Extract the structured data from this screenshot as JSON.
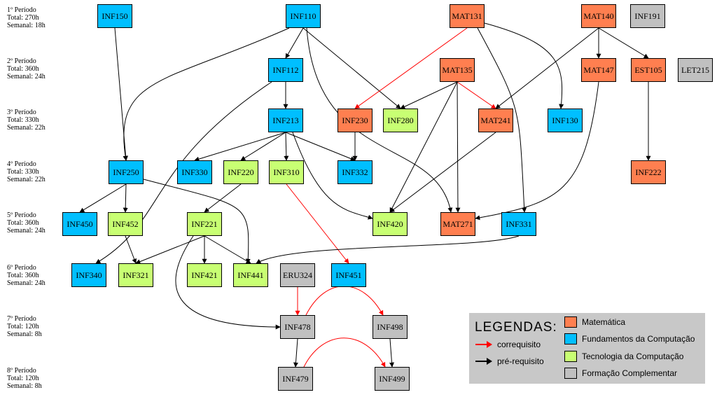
{
  "colors": {
    "matematica": "#ff7f50",
    "fundamentos": "#00bfff",
    "tecnologia": "#c8ff73",
    "complementar": "#c0c0c0",
    "correquisito": "#ff0000",
    "prerequisito": "#000000"
  },
  "periods": [
    {
      "title": "1º Período",
      "total": "Total: 270h",
      "semanal": "Semanal: 18h"
    },
    {
      "title": "2º Período",
      "total": "Total: 360h",
      "semanal": "Semanal: 24h"
    },
    {
      "title": "3º Período",
      "total": "Total: 330h",
      "semanal": "Semanal: 22h"
    },
    {
      "title": "4º Período",
      "total": "Total: 330h",
      "semanal": "Semanal: 22h"
    },
    {
      "title": "5º Período",
      "total": "Total: 360h",
      "semanal": "Semanal: 24h"
    },
    {
      "title": "6º Período",
      "total": "Total: 360h",
      "semanal": "Semanal: 24h"
    },
    {
      "title": "7º Período",
      "total": "Total: 120h",
      "semanal": "Semanal: 8h"
    },
    {
      "title": "8º Período",
      "total": "Total: 120h",
      "semanal": "Semanal: 8h"
    }
  ],
  "nodes": [
    {
      "id": "INF150",
      "cat": "fundamentos"
    },
    {
      "id": "INF110",
      "cat": "fundamentos"
    },
    {
      "id": "MAT131",
      "cat": "matematica"
    },
    {
      "id": "MAT140",
      "cat": "matematica"
    },
    {
      "id": "INF191",
      "cat": "complementar"
    },
    {
      "id": "INF112",
      "cat": "fundamentos"
    },
    {
      "id": "MAT135",
      "cat": "matematica"
    },
    {
      "id": "MAT147",
      "cat": "matematica"
    },
    {
      "id": "EST105",
      "cat": "matematica"
    },
    {
      "id": "LET215",
      "cat": "complementar"
    },
    {
      "id": "INF213",
      "cat": "fundamentos"
    },
    {
      "id": "INF230",
      "cat": "matematica"
    },
    {
      "id": "INF280",
      "cat": "tecnologia"
    },
    {
      "id": "MAT241",
      "cat": "matematica"
    },
    {
      "id": "INF130",
      "cat": "fundamentos"
    },
    {
      "id": "INF250",
      "cat": "fundamentos"
    },
    {
      "id": "INF330",
      "cat": "fundamentos"
    },
    {
      "id": "INF220",
      "cat": "tecnologia"
    },
    {
      "id": "INF310",
      "cat": "tecnologia"
    },
    {
      "id": "INF332",
      "cat": "fundamentos"
    },
    {
      "id": "INF222",
      "cat": "matematica"
    },
    {
      "id": "INF450",
      "cat": "fundamentos"
    },
    {
      "id": "INF452",
      "cat": "tecnologia"
    },
    {
      "id": "INF221",
      "cat": "tecnologia"
    },
    {
      "id": "INF420",
      "cat": "tecnologia"
    },
    {
      "id": "MAT271",
      "cat": "matematica"
    },
    {
      "id": "INF331",
      "cat": "fundamentos"
    },
    {
      "id": "INF340",
      "cat": "fundamentos"
    },
    {
      "id": "INF321",
      "cat": "tecnologia"
    },
    {
      "id": "INF421",
      "cat": "tecnologia"
    },
    {
      "id": "INF441",
      "cat": "tecnologia"
    },
    {
      "id": "ERU324",
      "cat": "complementar"
    },
    {
      "id": "INF451",
      "cat": "fundamentos"
    },
    {
      "id": "INF478",
      "cat": "complementar"
    },
    {
      "id": "INF498",
      "cat": "complementar"
    },
    {
      "id": "INF479",
      "cat": "complementar"
    },
    {
      "id": "INF499",
      "cat": "complementar"
    }
  ],
  "edges": [
    {
      "from": "INF150",
      "to": "INF250",
      "type": "prerequisito"
    },
    {
      "from": "INF110",
      "to": "INF112",
      "type": "prerequisito"
    },
    {
      "from": "INF110",
      "to": "INF250",
      "type": "prerequisito"
    },
    {
      "from": "INF110",
      "to": "INF280",
      "type": "prerequisito"
    },
    {
      "from": "INF110",
      "to": "MAT271",
      "type": "prerequisito"
    },
    {
      "from": "MAT131",
      "to": "INF230",
      "type": "correquisito"
    },
    {
      "from": "MAT131",
      "to": "INF130",
      "type": "prerequisito"
    },
    {
      "from": "MAT131",
      "to": "INF331",
      "type": "prerequisito"
    },
    {
      "from": "MAT140",
      "to": "MAT147",
      "type": "prerequisito"
    },
    {
      "from": "MAT140",
      "to": "EST105",
      "type": "prerequisito"
    },
    {
      "from": "MAT140",
      "to": "MAT241",
      "type": "prerequisito"
    },
    {
      "from": "INF112",
      "to": "INF213",
      "type": "prerequisito"
    },
    {
      "from": "INF112",
      "to": "INF340",
      "type": "prerequisito"
    },
    {
      "from": "MAT135",
      "to": "INF280",
      "type": "prerequisito"
    },
    {
      "from": "MAT135",
      "to": "MAT241",
      "type": "correquisito"
    },
    {
      "from": "MAT135",
      "to": "INF420",
      "type": "prerequisito"
    },
    {
      "from": "MAT135",
      "to": "MAT271",
      "type": "prerequisito"
    },
    {
      "from": "MAT147",
      "to": "MAT271",
      "type": "prerequisito"
    },
    {
      "from": "EST105",
      "to": "INF222",
      "type": "prerequisito"
    },
    {
      "from": "INF213",
      "to": "INF330",
      "type": "prerequisito"
    },
    {
      "from": "INF213",
      "to": "INF220",
      "type": "prerequisito"
    },
    {
      "from": "INF213",
      "to": "INF310",
      "type": "prerequisito"
    },
    {
      "from": "INF213",
      "to": "INF332",
      "type": "prerequisito"
    },
    {
      "from": "INF213",
      "to": "INF420",
      "type": "prerequisito"
    },
    {
      "from": "INF230",
      "to": "INF332",
      "type": "prerequisito"
    },
    {
      "from": "MAT241",
      "to": "INF420",
      "type": "prerequisito"
    },
    {
      "from": "INF250",
      "to": "INF450",
      "type": "prerequisito"
    },
    {
      "from": "INF250",
      "to": "INF452",
      "type": "prerequisito"
    },
    {
      "from": "INF250",
      "to": "INF441",
      "type": "prerequisito"
    },
    {
      "from": "INF220",
      "to": "INF221",
      "type": "prerequisito"
    },
    {
      "from": "INF310",
      "to": "INF451",
      "type": "correquisito"
    },
    {
      "from": "INF452",
      "to": "INF321",
      "type": "prerequisito"
    },
    {
      "from": "INF221",
      "to": "INF321",
      "type": "prerequisito"
    },
    {
      "from": "INF221",
      "to": "INF421",
      "type": "prerequisito"
    },
    {
      "from": "INF221",
      "to": "INF441",
      "type": "prerequisito"
    },
    {
      "from": "INF221",
      "to": "INF478",
      "type": "prerequisito"
    },
    {
      "from": "INF331",
      "to": "INF441",
      "type": "prerequisito"
    },
    {
      "from": "ERU324",
      "to": "INF478",
      "type": "correquisito"
    },
    {
      "from": "INF478",
      "to": "INF498",
      "type": "correquisito"
    },
    {
      "from": "INF478",
      "to": "INF479",
      "type": "prerequisito"
    },
    {
      "from": "INF498",
      "to": "INF499",
      "type": "prerequisito"
    },
    {
      "from": "INF479",
      "to": "INF499",
      "type": "correquisito"
    }
  ],
  "legend": {
    "title": "LEGENDAS:",
    "correquisito_label": "correquisito",
    "prerequisito_label": "pré-requisito",
    "categories": [
      {
        "key": "matematica",
        "label": "Matemática"
      },
      {
        "key": "fundamentos",
        "label": "Fundamentos da Computação"
      },
      {
        "key": "tecnologia",
        "label": "Tecnologia da Computação"
      },
      {
        "key": "complementar",
        "label": "Formação Complementar"
      }
    ]
  }
}
